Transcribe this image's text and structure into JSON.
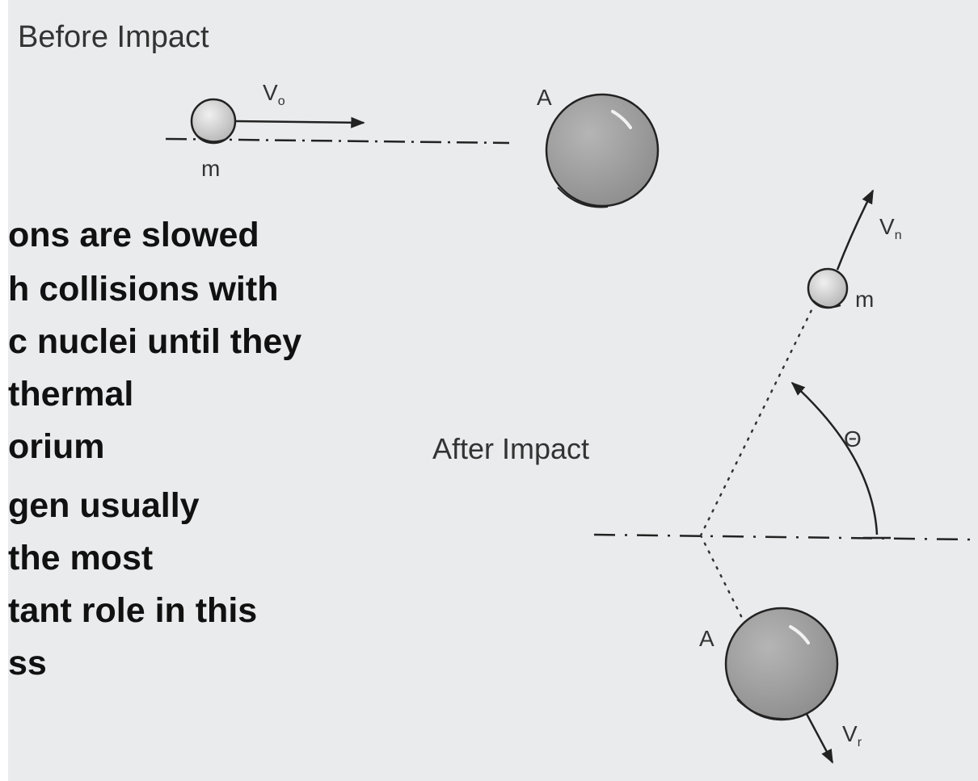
{
  "labels": {
    "before_impact": "Before Impact",
    "after_impact": "After Impact",
    "incoming_velocity": "V",
    "incoming_velocity_sub": "o",
    "neutron_mass_before": "m",
    "nucleus_before": "A",
    "outgoing_velocity_neutron": "V",
    "outgoing_velocity_neutron_sub": "n",
    "neutron_mass_after": "m",
    "scatter_angle": "Θ",
    "nucleus_after": "A",
    "recoil_velocity": "V",
    "recoil_velocity_sub": "r"
  },
  "bullets": [
    {
      "lines": [
        "ons are slowed",
        "h collisions with",
        "c nuclei until they",
        "thermal",
        "orium"
      ]
    },
    {
      "lines": [
        "gen usually",
        "the most",
        "tant role in this",
        "ss"
      ]
    }
  ],
  "colors": {
    "background": "#eaebed",
    "line": "#222222",
    "sphere_small": "#c9c9c9",
    "sphere_large": "#9d9d9d",
    "text": "#111111"
  }
}
